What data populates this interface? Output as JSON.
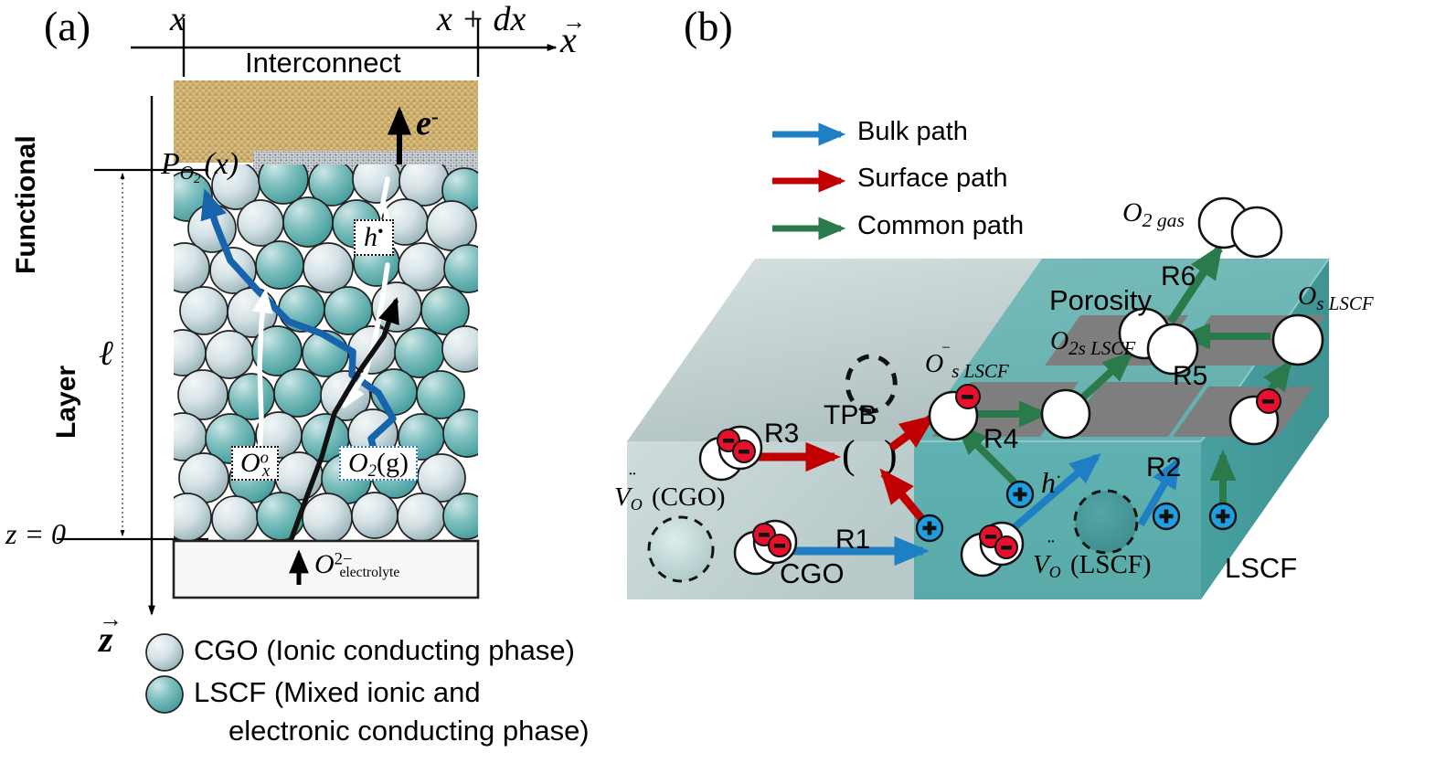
{
  "panels": {
    "a": {
      "tag": "(a)"
    },
    "b": {
      "tag": "(b)"
    }
  },
  "panel_a": {
    "axis_x_tick_left": "x",
    "axis_x_tick_right": "x + dx",
    "axis_x_arrow_label": "x",
    "axis_z_arrow_label": "z",
    "interconnect_label": "Interconnect",
    "electron_label": "e",
    "electron_charge": "-",
    "pressure_label_main": "P",
    "pressure_label_sub": "O",
    "pressure_label_sub2": "2",
    "pressure_label_arg": "(x)",
    "thickness_symbol": "ℓ",
    "functional_layer_line1": "Functional",
    "functional_layer_line2": "Layer",
    "z_zero_label": "z = 0",
    "species": {
      "hole": "h",
      "hole_dot": "•",
      "lattice_oxygen": "O",
      "lattice_oxygen_sup": "o",
      "lattice_oxygen_sub": "x",
      "oxygen_gas": "O",
      "oxygen_gas_sub": "2",
      "oxygen_gas_state": "(g)",
      "electrolyte_ion": "O",
      "electrolyte_ion_sup": "2−",
      "electrolyte_ion_sub": "electrolyte"
    },
    "legend": [
      {
        "marker": "cgo-particle",
        "text": "CGO (Ionic conducting phase)"
      },
      {
        "marker": "lscf-particle",
        "text": "LSCF (Mixed ionic and"
      },
      {
        "marker": "none",
        "text": "electronic conducting phase)"
      }
    ]
  },
  "panel_b": {
    "legend": [
      {
        "color": "#1f7fc4",
        "label": "Bulk path",
        "name": "bulk-path"
      },
      {
        "color": "#c00000",
        "label": "Surface path",
        "name": "surface-path"
      },
      {
        "color": "#2b7a4b",
        "label": "Common path",
        "name": "common-path"
      }
    ],
    "blocks": {
      "cgo": "CGO",
      "lscf": "LSCF",
      "porosity": "Porosity"
    },
    "tpb_label": "TPB",
    "vacancy_cgo": {
      "symbol": "V",
      "sub": "O",
      "sup": "¨",
      "phase": "(CGO)"
    },
    "vacancy_lscf": {
      "symbol": "V",
      "sub": "O",
      "sup": "¨",
      "phase": "(LSCF)"
    },
    "hole_label": "h",
    "hole_dot": "·",
    "steps": [
      "R1",
      "R2",
      "R3",
      "R4",
      "R5",
      "R6"
    ],
    "species": {
      "o_s_lscf_minus": {
        "main": "O",
        "sup": "−",
        "sub": "s LSCF"
      },
      "o_2s_lscf": {
        "main": "O",
        "sub": "2s LSCF"
      },
      "o_s_lscf": {
        "main": "O",
        "sub": "s LSCF"
      },
      "o2_gas": {
        "main": "O",
        "sub": "2 gas"
      }
    }
  },
  "colors": {
    "bulk": "#1f7fc4",
    "surface": "#c00000",
    "common": "#2b7a4b",
    "cgo_block": "#c3d0d0",
    "lscf_block": "#61b0b0",
    "lscf_block_side": "#4a9a9a",
    "patch_gray": "#7e7e7e",
    "interconnect": "#d0b477",
    "negative_badge": "#e8112d",
    "positive_badge": "#1f9fe0"
  }
}
